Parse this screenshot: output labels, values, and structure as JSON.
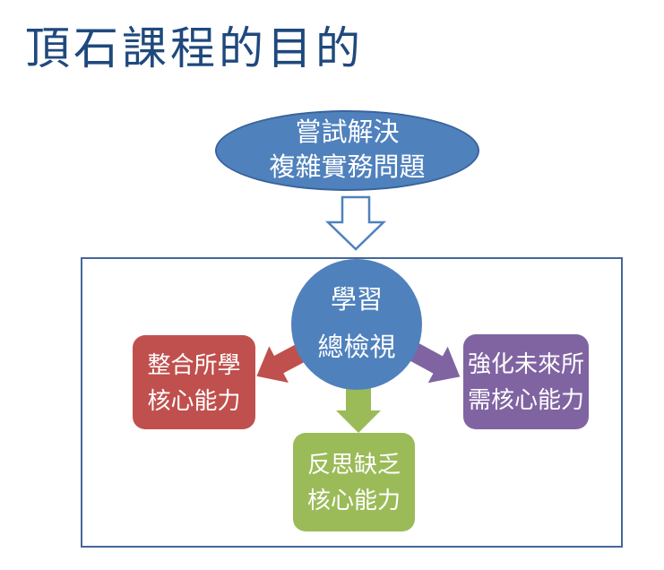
{
  "title": "頂石課程的目的",
  "diagram": {
    "ellipse": {
      "line1": "嘗試解決",
      "line2": "複雜實務問題"
    },
    "hub": {
      "line1": "學習",
      "line2": "總檢視"
    },
    "nodes": {
      "left": {
        "line1": "整合所學",
        "line2": "核心能力"
      },
      "right": {
        "line1": "強化未來所",
        "line2": "需核心能力"
      },
      "bottom": {
        "line1": "反思缺乏",
        "line2": "核心能力"
      }
    },
    "colors": {
      "title_text": "#1F497D",
      "shape_blue": "#4F81BD",
      "shape_blue_border": "#3A639C",
      "frame_border": "#44679B",
      "node_red": "#C0504D",
      "node_green": "#9BBB59",
      "node_purple": "#8064A2",
      "hollow_arrow_fill": "#FFFFFF"
    }
  }
}
